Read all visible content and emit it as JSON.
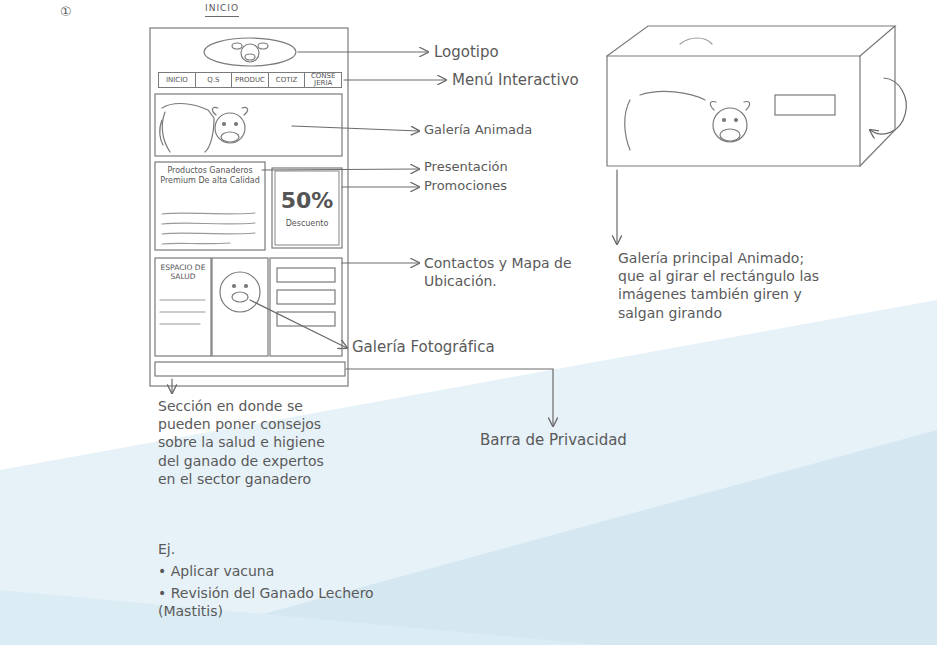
{
  "diagram": {
    "title": "INICIO",
    "nodes": [
      {
        "text": [
          "INICIO",
          "Q.S",
          "PRODUC",
          "COTIZ",
          "CONSE JERIA"
        ]
      },
      {
        "text": [
          "Productos Ganaderos Premium De alta Calidad"
        ]
      },
      {
        "text": [
          "50%",
          "Descuento"
        ]
      },
      {
        "text": [
          "ESPACIO DE SALUD"
        ]
      }
    ],
    "labels": [
      "①",
      "Logotipo",
      "Menú Interactivo",
      "Galería Animada",
      "Presentación",
      "Promociones",
      "Contactos y Mapa de Ubicación.",
      "Galería Fotográfica",
      "Barra de Privacidad",
      "Sección en donde se pueden poner consejos sobre la salud e higiene del ganado de expertos en el sector ganadero",
      "Ej.",
      "• Aplicar vacuna",
      "• Revisión del Ganado Lechero (Mastitis)",
      "Galería principal Animado; que al girar el rectángulo las imágenes también giren y salgan girando"
    ]
  }
}
